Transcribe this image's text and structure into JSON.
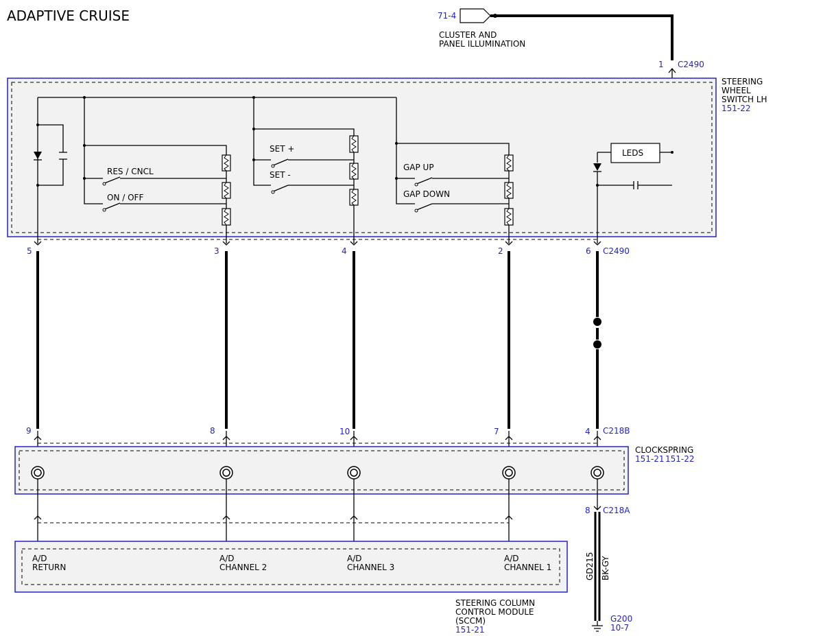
{
  "title": "ADAPTIVE CRUISE",
  "cluster": {
    "ref": "71-4",
    "line1": "CLUSTER AND",
    "line2": "PANEL ILLUMINATION"
  },
  "switch": {
    "name1": "STEERING",
    "name2": "WHEEL",
    "name3": "SWITCH LH",
    "ref": "151-22",
    "top_pin": "1",
    "top_connector": "C2490",
    "bottom_connector": "C2490",
    "pins": [
      "5",
      "3",
      "4",
      "2",
      "6"
    ],
    "labels": {
      "res_cncl": "RES / CNCL",
      "on_off": "ON / OFF",
      "set_plus": "SET +",
      "set_minus": "SET -",
      "gap_up": "GAP UP",
      "gap_down": "GAP DOWN",
      "leds": "LEDS"
    }
  },
  "clockspring": {
    "name": "CLOCKSPRING",
    "ref1": "151-21",
    "ref2": "151-22",
    "top_connector": "C218B",
    "top_pins": [
      "9",
      "8",
      "10",
      "7",
      "4"
    ],
    "bottom_connector": "C218A",
    "bottom_pin": "8"
  },
  "sccm": {
    "name1": "STEERING COLUMN",
    "name2": "CONTROL MODULE",
    "name3": "(SCCM)",
    "ref": "151-21",
    "inputs": [
      {
        "line1": "A/D",
        "line2": "RETURN"
      },
      {
        "line1": "A/D",
        "line2": "CHANNEL 2"
      },
      {
        "line1": "A/D",
        "line2": "CHANNEL 3"
      },
      {
        "line1": "A/D",
        "line2": "CHANNEL 1"
      }
    ]
  },
  "ground": {
    "circuit": "GD215",
    "color": "BK-GY",
    "name": "G200",
    "ref": "10-7"
  },
  "colors": {
    "link": "#2222cc",
    "box_fill": "#f2f2f2"
  }
}
